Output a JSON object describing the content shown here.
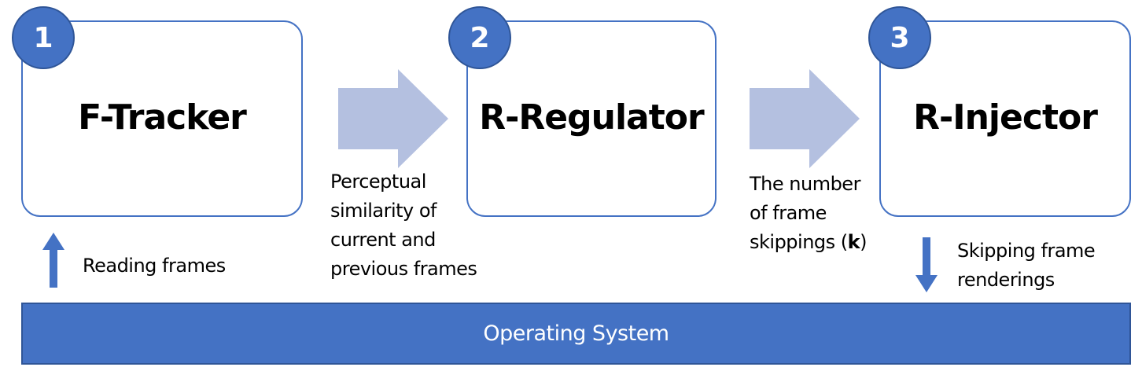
{
  "modules": [
    {
      "step": "1",
      "title": "F-Tracker"
    },
    {
      "step": "2",
      "title": "R-Regulator"
    },
    {
      "step": "3",
      "title": "R-Injector"
    }
  ],
  "captions": {
    "tracker_to_regulator": [
      "Perceptual",
      "similarity of",
      "current and",
      "previous frames"
    ],
    "regulator_to_injector": {
      "line1": "The number",
      "line2": "of frame",
      "line3_prefix": "skippings (",
      "line3_bold": "k",
      "line3_suffix": ")"
    },
    "reading_frames": "Reading frames",
    "skipping_renderings": [
      "Skipping frame",
      "renderings"
    ]
  },
  "os": {
    "label": "Operating System"
  },
  "colors": {
    "primary": "#4472c4",
    "primary_border": "#2f5597",
    "flow_arrow": "#b4c0e0"
  },
  "icons": {
    "flow_arrow": "right-block-arrow",
    "reading": "up-arrow",
    "skipping": "down-arrow"
  }
}
